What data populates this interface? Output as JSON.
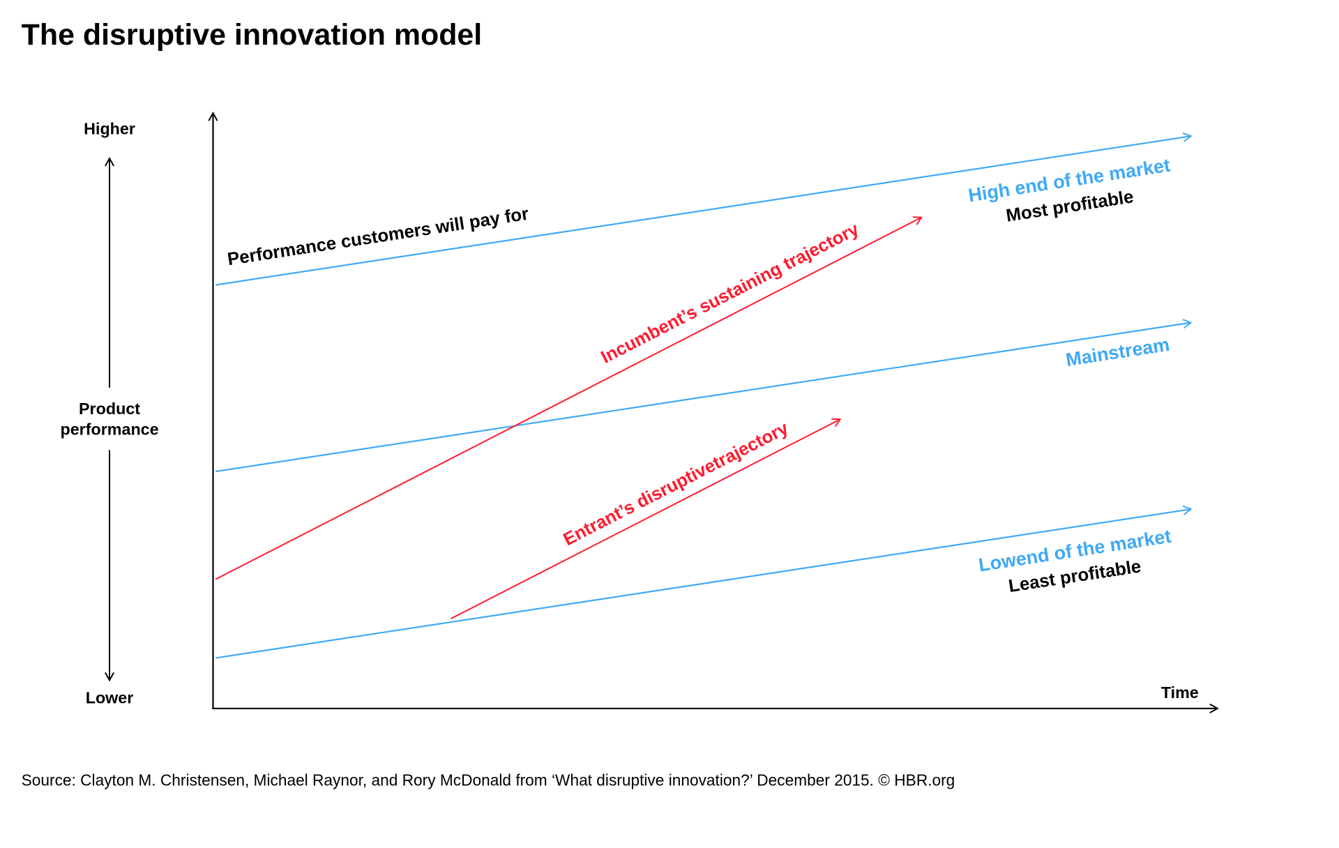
{
  "title": "The disruptive innovation model",
  "y_axis": {
    "higher": "Higher",
    "label_line1": "Product",
    "label_line2": "performance",
    "lower": "Lower"
  },
  "x_axis": {
    "label": "Time"
  },
  "lines": {
    "customers": "Performance customers will pay for",
    "high_end": "High end of the market",
    "high_end_sub": "Most profitable",
    "mainstream": "Mainstream",
    "low_end": "Lowend of the market",
    "low_end_sub": "Least profitable",
    "incumbent": "Incumbent’s sustaining trajectory",
    "entrant": "Entrant’s disruptivetrajectory"
  },
  "colors": {
    "blue": "#3fa9f5",
    "red": "#ff1a2e",
    "text": "#000000"
  },
  "source": "Source: Clayton M. Christensen, Michael Raynor, and Rory McDonald from ‘What disruptive innovation?’ December 2015. © HBR.org"
}
